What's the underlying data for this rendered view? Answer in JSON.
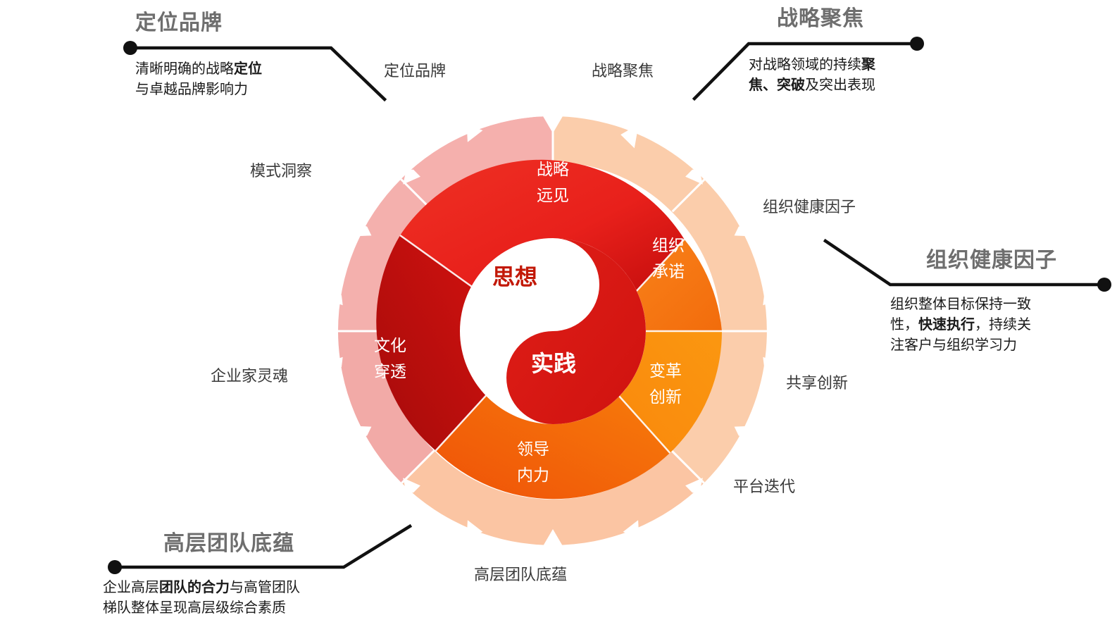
{
  "diagram": {
    "center": {
      "yin_label": "思想",
      "yang_label": "实践"
    },
    "inner_segments": [
      {
        "key": "strategy_vision",
        "line1": "战略",
        "line2": "远见",
        "color": "#e8221c"
      },
      {
        "key": "org_commitment",
        "line1": "组织",
        "line2": "承诺",
        "color": "#f57a14"
      },
      {
        "key": "change_innovation",
        "line1": "变革",
        "line2": "创新",
        "color": "#f9850b"
      },
      {
        "key": "leadership_power",
        "line1": "领导",
        "line2": "内力",
        "color": "#f05a0c"
      },
      {
        "key": "culture_penetration",
        "line1": "文化",
        "line2": "穿透",
        "color": "#c9100e"
      }
    ],
    "outer_ring_labels": [
      {
        "key": "brand_positioning",
        "text": "定位品牌"
      },
      {
        "key": "strategic_focus",
        "text": "战略聚焦"
      },
      {
        "key": "org_health",
        "text": "组织健康因子"
      },
      {
        "key": "shared_innovation",
        "text": "共享创新"
      },
      {
        "key": "platform_iteration",
        "text": "平台迭代"
      },
      {
        "key": "top_team_base",
        "text": "高层团队底蕴"
      },
      {
        "key": "entrepreneur_soul",
        "text": "企业家灵魂"
      },
      {
        "key": "pattern_insight",
        "text": "模式洞察"
      }
    ],
    "callouts": [
      {
        "key": "brand-positioning",
        "title": "定位品牌",
        "body_before": "清晰明确的战略",
        "body_bold": "定位",
        "body_after": "\n与卓越品牌影响力"
      },
      {
        "key": "strategic-focus",
        "title": "战略聚焦",
        "body_before": "对战略领域的持续",
        "body_bold": "聚\n焦、突破",
        "body_after": "及突出表现"
      },
      {
        "key": "org-health",
        "title": "组织健康因子",
        "body_before": "组织整体目标保持一致\n性，",
        "body_bold": "快速执行",
        "body_after": "，持续关\n注客户与组织学习力"
      },
      {
        "key": "top-team",
        "title": "高层团队底蕴",
        "body_before": "企业高层",
        "body_bold": "团队的合力",
        "body_after": "与高管团队\n梯队整体呈现高层级综合素质"
      }
    ],
    "colors": {
      "outer_pink": "#f4b3b3",
      "outer_pink_light": "#f8c6c2",
      "outer_peach": "#fbcdab",
      "outer_peach_light": "#fddfc0",
      "deep_red": "#c9100e",
      "red": "#e8221c",
      "orange": "#f9850b",
      "orange_dark": "#f05a0c",
      "accent_text": "#c21807",
      "callout_title": "#6e6e6e",
      "label_text": "#3a3a3a"
    }
  }
}
